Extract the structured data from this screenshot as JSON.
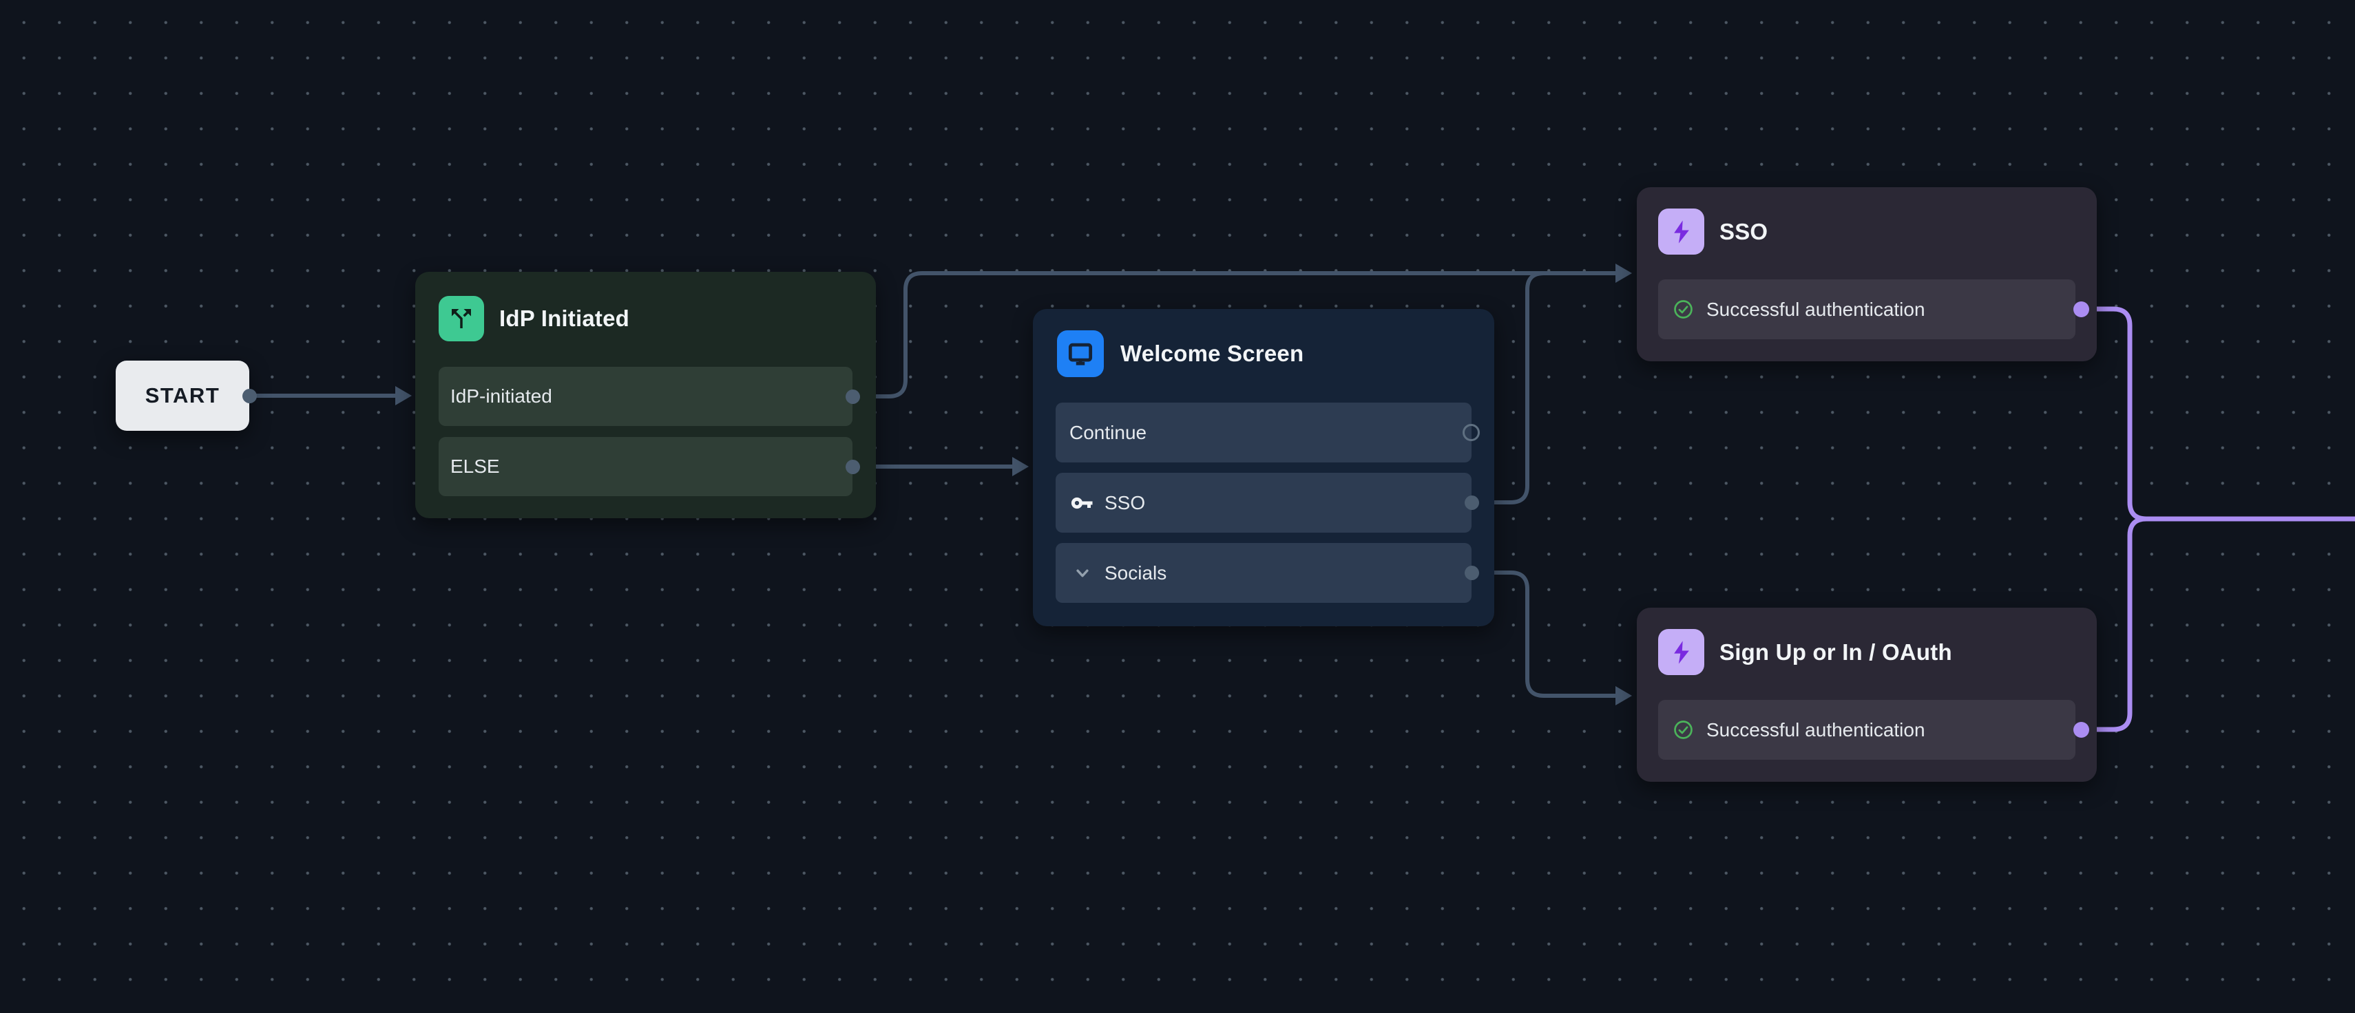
{
  "colors": {
    "canvas_bg": "#0f141d",
    "grid_dot": "#4d5864",
    "edge_gray": "#43546a",
    "edge_purple": "#ab8df2",
    "green_accent": "#3ec992",
    "blue_accent": "#1e80f5",
    "purple_accent": "#c5aef7",
    "success_green": "#4bb35a",
    "start_bg": "#e9ebee"
  },
  "nodes": {
    "start": {
      "label": "START"
    },
    "idp_initiated": {
      "title": "IdP Initiated",
      "icon": "split-arrows-icon",
      "rows": [
        {
          "label": "IdP-initiated"
        },
        {
          "label": "ELSE"
        }
      ]
    },
    "welcome_screen": {
      "title": "Welcome Screen",
      "icon": "monitor-icon",
      "rows": [
        {
          "label": "Continue"
        },
        {
          "label": "SSO",
          "icon": "key-icon"
        },
        {
          "label": "Socials",
          "icon": "chevron-down-icon"
        }
      ]
    },
    "sso": {
      "title": "SSO",
      "icon": "lightning-icon",
      "rows": [
        {
          "label": "Successful authentication",
          "icon": "check-circle-icon"
        }
      ]
    },
    "sign_up_or_in_oauth": {
      "title": "Sign Up or In / OAuth",
      "icon": "lightning-icon",
      "rows": [
        {
          "label": "Successful authentication",
          "icon": "check-circle-icon"
        }
      ]
    }
  }
}
